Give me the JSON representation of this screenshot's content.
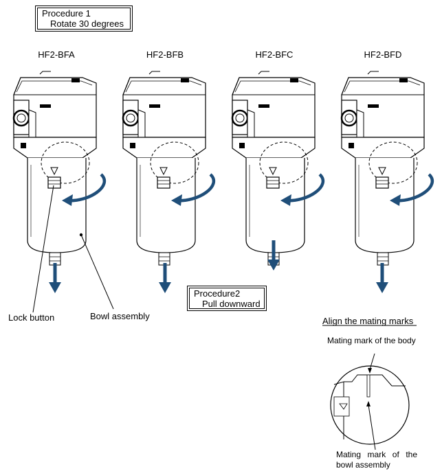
{
  "procedure1": {
    "title": "Procedure 1",
    "action": "Rotate 30 degrees"
  },
  "procedure2": {
    "title": "Procedure2",
    "action": "Pull downward"
  },
  "models": [
    "HF2-BFA",
    "HF2-BFB",
    "HF2-BFC",
    "HF2-BFD"
  ],
  "labels": {
    "lock_button": "Lock button",
    "bowl_assembly": "Bowl assembly"
  },
  "detail": {
    "title": "Align the mating marks",
    "body_mark": "Mating mark of the body",
    "bowl_mark_line1": "Mating mark of the",
    "bowl_mark_line2": "bowl assembly"
  },
  "colors": {
    "arrow": "#1f4e79",
    "line": "#000000"
  }
}
